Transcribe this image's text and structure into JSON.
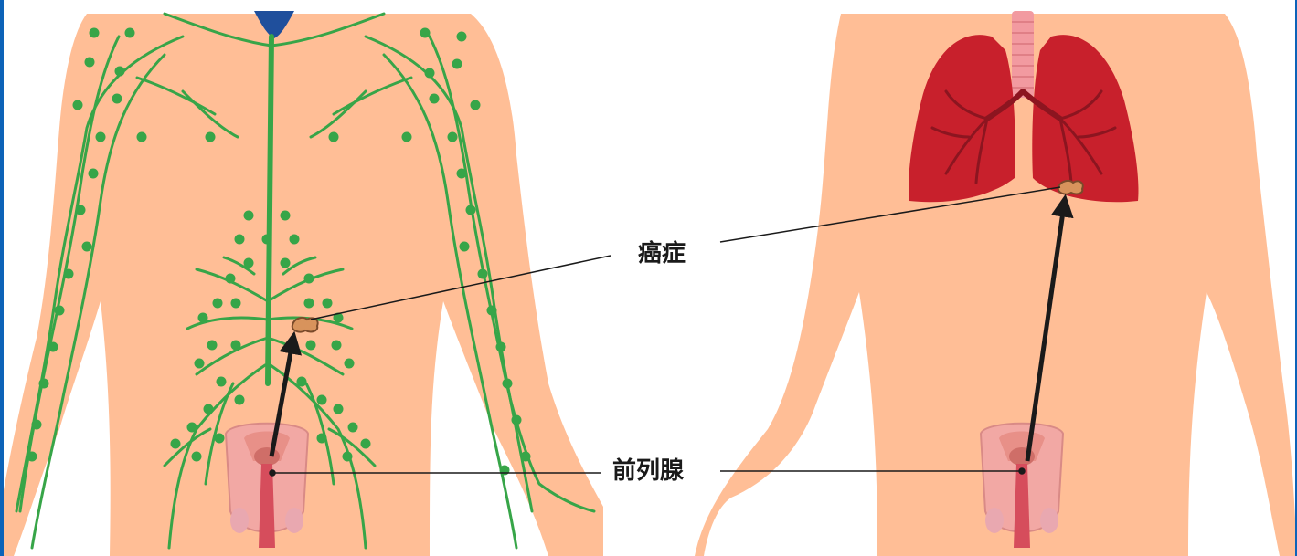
{
  "labels": {
    "cancer": "癌症",
    "prostate": "前列腺"
  },
  "colors": {
    "skin": "#ffbe96",
    "lymph": "#37a548",
    "lung": "#c8202c",
    "lung_dark": "#8c1520",
    "trachea": "#f29aa0",
    "vein": "#1f4f9c",
    "prostate": "#f2a8a4",
    "tumor": "#d8935c",
    "arrow": "#1a1a1a",
    "frame": "#0d63b8"
  },
  "icons": [
    "lymphatic-system-figure",
    "lungs-figure",
    "prostate-organ-icon",
    "tumor-icon",
    "metastasis-arrow-icon"
  ]
}
